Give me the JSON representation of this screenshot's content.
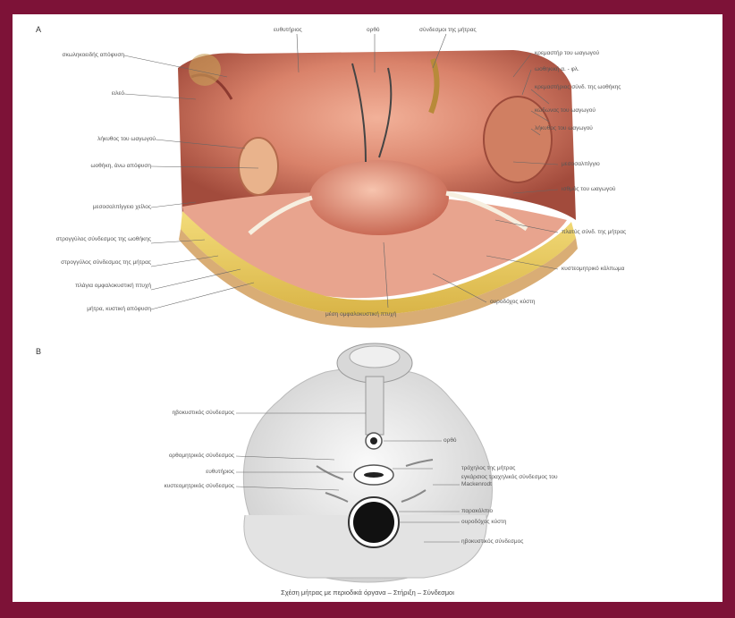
{
  "panel_a": {
    "letter": "A",
    "labels_left": [
      {
        "key": "ileocecal",
        "text": "σκωληκοειδής απόφυση"
      },
      {
        "key": "ileum",
        "text": "ειλεό"
      },
      {
        "key": "ureter_l",
        "text": "λήκυθος του ωαγωγού"
      },
      {
        "key": "ovary_l",
        "text": "ωοθήκη, άνω απόφυση"
      },
      {
        "key": "mesosalpinx",
        "text": "μεσοσαλπίγγειο χείλος"
      },
      {
        "key": "round_lig",
        "text": "στρογγύλος σύνδεσμος της ωοθήκης"
      },
      {
        "key": "round_uterus",
        "text": "στρογγύλος σύνδεσμος της μήτρας"
      },
      {
        "key": "vesico_fold",
        "text": "πλάγια ομφαλοκυστική πτυχή"
      },
      {
        "key": "vesico_pouch",
        "text": "μήτρα, κυστική απόφυση"
      }
    ],
    "labels_top": [
      {
        "key": "sigmoid",
        "text": "ευθυτήριος"
      },
      {
        "key": "rectum",
        "text": "ορθό"
      },
      {
        "key": "lig_uterus",
        "text": "σύνδεσμοι της μήτρας"
      }
    ],
    "labels_right": [
      {
        "key": "infundib",
        "text": "κρεμαστήρ του ωαγωγού"
      },
      {
        "key": "ovarian_a",
        "text": "ωοθηκική α. - φλ."
      },
      {
        "key": "suspensory",
        "text": "κρεμαστήριος σύνδ. της ωοθήκης"
      },
      {
        "key": "fimbria",
        "text": "κώδωνας του ωαγωγού"
      },
      {
        "key": "ampulla",
        "text": "λήκυθος του ωαγωγού"
      },
      {
        "key": "mesovarium",
        "text": "μεσοσαλπίγγιο"
      },
      {
        "key": "isthmus",
        "text": "ισθμός του ωαγωγού"
      },
      {
        "key": "broad_lig",
        "text": "πλατύς σύνδ. της μήτρας"
      },
      {
        "key": "vesicouterine",
        "text": "κυστεομητρικό κόλπωμα"
      }
    ],
    "labels_bottom": [
      {
        "key": "median_fold",
        "text": "μέση ομφαλοκυστική πτυχή"
      },
      {
        "key": "bladder",
        "text": "ουροδόχος κύστη"
      }
    ]
  },
  "panel_b": {
    "letter": "B",
    "labels_left": [
      {
        "key": "pubovesical",
        "text": "ηβοκυστικός σύνδεσμος"
      },
      {
        "key": "rectouterine",
        "text": "ορθομητρικός σύνδεσμος"
      },
      {
        "key": "uterus_b",
        "text": "ευθυτήριος"
      },
      {
        "key": "vesicouterine_b",
        "text": "κυστεομητρικός σύνδεσμος"
      }
    ],
    "labels_right": [
      {
        "key": "rectum_b",
        "text": "ορθό"
      },
      {
        "key": "cervix",
        "text": "τράχηλος της μήτρας"
      },
      {
        "key": "cardinal",
        "text": "εγκάρσιος τραχηλικός σύνδεσμος του Mackenrodt"
      },
      {
        "key": "paracolpium",
        "text": "παρακόλπιο"
      },
      {
        "key": "bladder_b",
        "text": "ουροδόχος κύστη"
      },
      {
        "key": "pubovesical_r",
        "text": "ηβοκυστικός σύνδεσμος"
      }
    ]
  },
  "caption": "Σχέση μήτρας με περιοδικά όργανα – Στήριξη – Σύνδεσμοι"
}
